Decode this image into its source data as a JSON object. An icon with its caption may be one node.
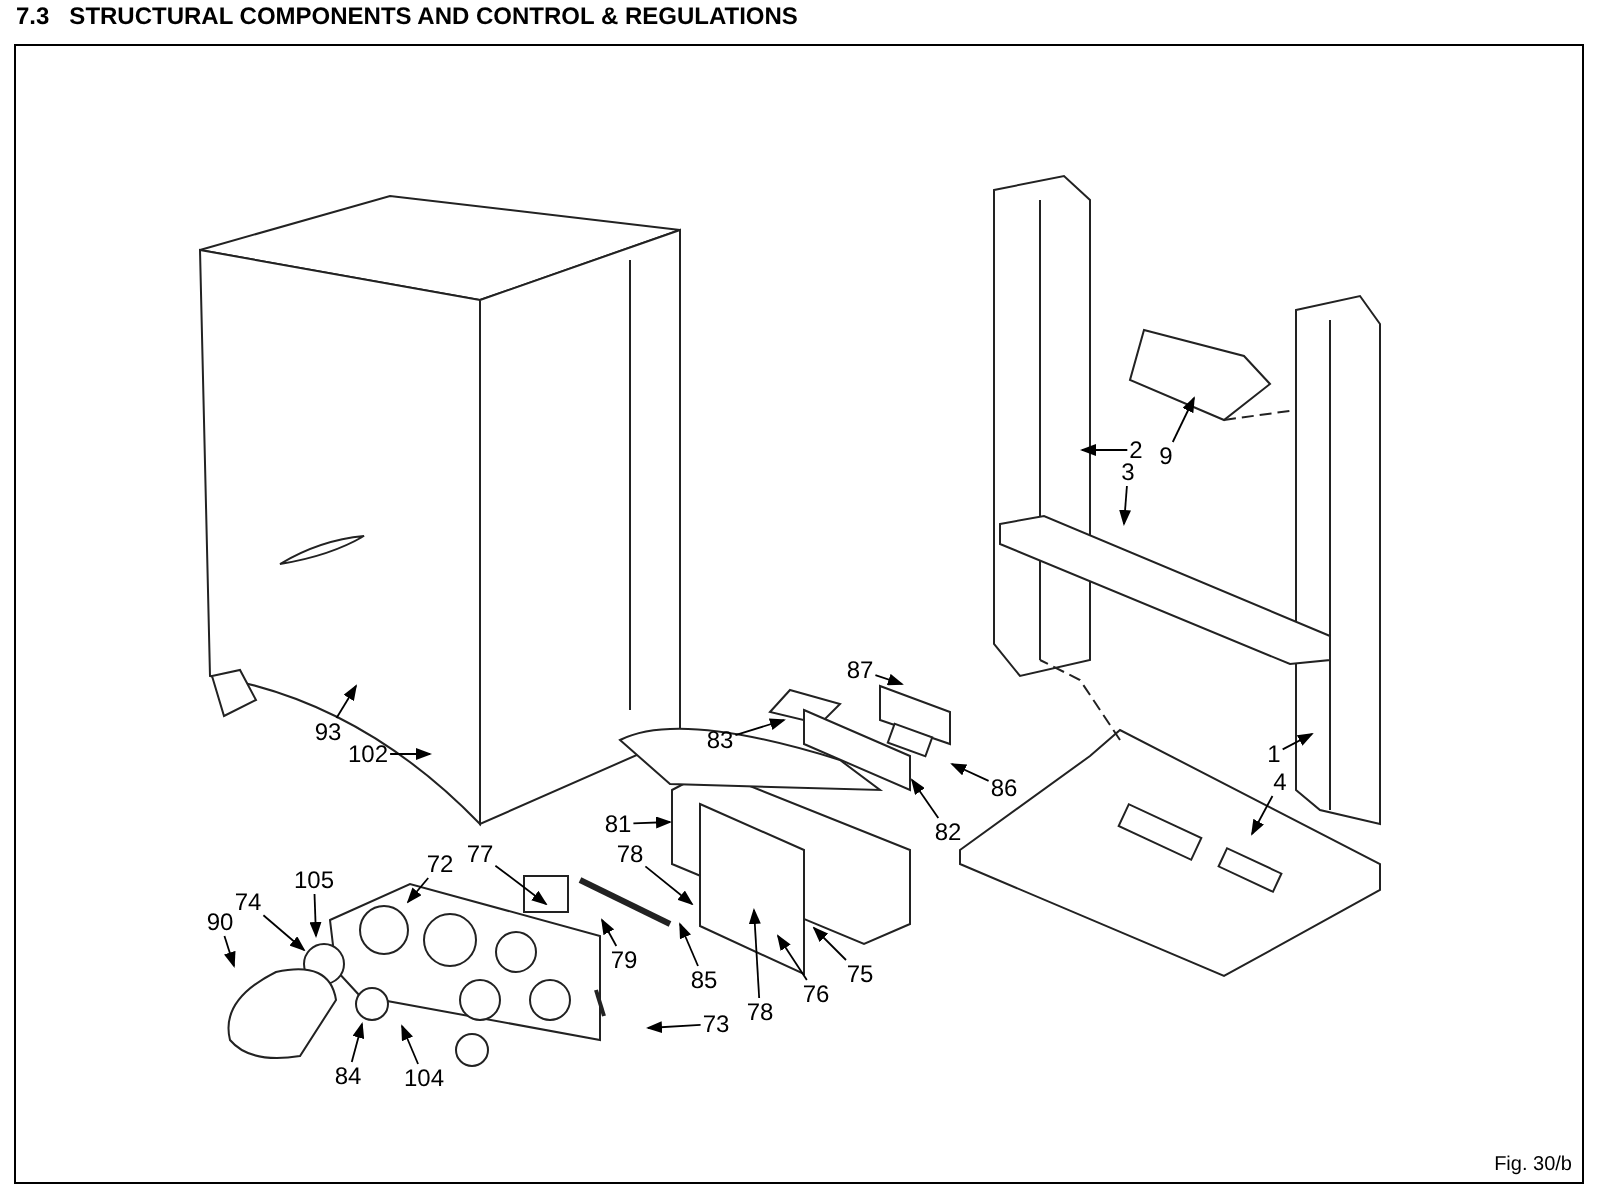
{
  "diagram": {
    "title": "7.3   STRUCTURAL COMPONENTS AND CONTROL & REGULATIONS",
    "nodes": [
      {
        "text": [
          "2"
        ]
      },
      {
        "text": [
          "9"
        ]
      },
      {
        "text": [
          "3"
        ]
      },
      {
        "text": [
          "87"
        ]
      },
      {
        "text": [
          "83"
        ]
      },
      {
        "text": [
          "93"
        ]
      },
      {
        "text": [
          "102"
        ]
      },
      {
        "text": [
          "1"
        ]
      },
      {
        "text": [
          "86"
        ]
      },
      {
        "text": [
          "4"
        ]
      },
      {
        "text": [
          "82"
        ]
      },
      {
        "text": [
          "81"
        ]
      },
      {
        "text": [
          "78"
        ]
      },
      {
        "text": [
          "77"
        ]
      },
      {
        "text": [
          "72"
        ]
      },
      {
        "text": [
          "105"
        ]
      },
      {
        "text": [
          "74"
        ]
      },
      {
        "text": [
          "90"
        ]
      },
      {
        "text": [
          "75"
        ]
      },
      {
        "text": [
          "79"
        ]
      },
      {
        "text": [
          "85"
        ]
      },
      {
        "text": [
          "76"
        ]
      },
      {
        "text": [
          "78"
        ]
      },
      {
        "text": [
          "73"
        ]
      },
      {
        "text": [
          "84"
        ]
      },
      {
        "text": [
          "104"
        ]
      }
    ],
    "edges": [
      {
        "from": 0,
        "to": null,
        "arrow": "to"
      },
      {
        "from": 1,
        "to": null,
        "arrow": "to"
      },
      {
        "from": 2,
        "to": null,
        "arrow": "to"
      },
      {
        "from": 3,
        "to": null,
        "arrow": "to"
      },
      {
        "from": 4,
        "to": null,
        "arrow": "to"
      },
      {
        "from": 5,
        "to": null,
        "arrow": "to"
      },
      {
        "from": 6,
        "to": null,
        "arrow": "to"
      },
      {
        "from": 7,
        "to": null,
        "arrow": "to"
      },
      {
        "from": 8,
        "to": null,
        "arrow": "to"
      },
      {
        "from": 9,
        "to": null,
        "arrow": "to"
      },
      {
        "from": 10,
        "to": null,
        "arrow": "to"
      },
      {
        "from": 11,
        "to": null,
        "arrow": "to"
      },
      {
        "from": 12,
        "to": null,
        "arrow": "to"
      },
      {
        "from": 13,
        "to": null,
        "arrow": "to"
      },
      {
        "from": 14,
        "to": null,
        "arrow": "to"
      },
      {
        "from": 15,
        "to": null,
        "arrow": "to"
      },
      {
        "from": 16,
        "to": null,
        "arrow": "to"
      },
      {
        "from": 17,
        "to": null,
        "arrow": "to"
      },
      {
        "from": 18,
        "to": null,
        "arrow": "to"
      },
      {
        "from": 19,
        "to": null,
        "arrow": "to"
      },
      {
        "from": 20,
        "to": null,
        "arrow": "to"
      },
      {
        "from": 21,
        "to": null,
        "arrow": "to"
      },
      {
        "from": 22,
        "to": null,
        "arrow": "to"
      },
      {
        "from": 23,
        "to": null,
        "arrow": "to"
      },
      {
        "from": 24,
        "to": null,
        "arrow": "to"
      },
      {
        "from": 25,
        "to": null,
        "arrow": "to"
      }
    ],
    "labels": [
      "Fig. 30/b"
    ]
  }
}
